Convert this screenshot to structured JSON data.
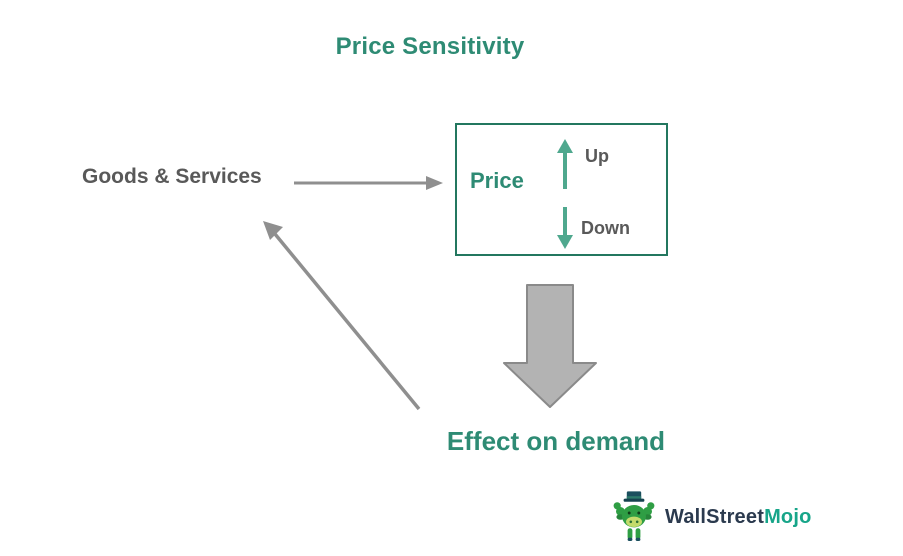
{
  "title": {
    "text": "Price Sensitivity"
  },
  "nodes": {
    "goods": {
      "label": "Goods & Services"
    },
    "price_box": {
      "label": "Price",
      "up_label": "Up",
      "down_label": "Down"
    },
    "effect": {
      "label": "Effect on demand"
    }
  },
  "arrows": {
    "goods_to_price": {
      "icon": "right-arrow-icon",
      "color": "#8F8F8F"
    },
    "price_up": {
      "icon": "up-arrow-icon",
      "color": "#4FA88E"
    },
    "price_down": {
      "icon": "down-arrow-icon",
      "color": "#4FA88E"
    },
    "price_to_effect": {
      "icon": "block-down-arrow-icon",
      "fill": "#B3B3B3",
      "stroke": "#8A8A8A"
    },
    "effect_to_goods": {
      "icon": "diagonal-up-left-arrow-icon",
      "color": "#8F8F8F"
    }
  },
  "colors": {
    "teal_text": "#2E8B74",
    "box_border": "#23775F",
    "gray_text": "#595959"
  },
  "logo": {
    "brand_part1": "WallStreet",
    "brand_part2": "Mojo",
    "mascot": "bull-mascot-icon"
  }
}
